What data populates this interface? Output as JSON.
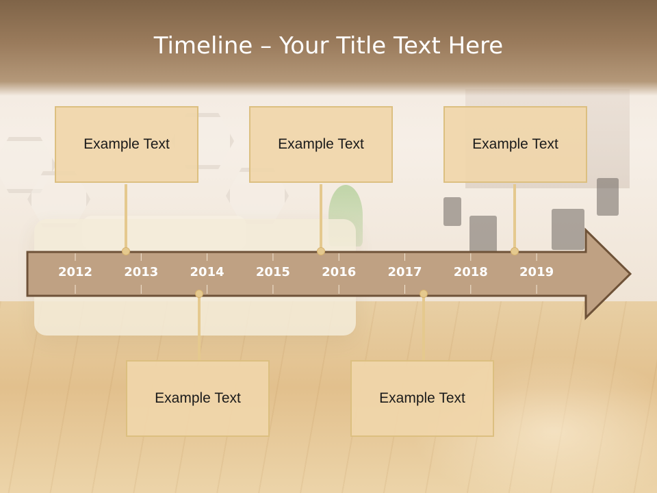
{
  "title": "Timeline – Your Title Text Here",
  "timeline": {
    "years": [
      "2012",
      "2013",
      "2014",
      "2015",
      "2016",
      "2017",
      "2018",
      "2019"
    ]
  },
  "callouts": [
    {
      "text": "Example Text",
      "position": "above",
      "year": "2013"
    },
    {
      "text": "Example Text",
      "position": "above",
      "year": "2016"
    },
    {
      "text": "Example Text",
      "position": "above",
      "year": "2019"
    },
    {
      "text": "Example Text",
      "position": "below",
      "year": "2014"
    },
    {
      "text": "Example Text",
      "position": "below",
      "year": "2017"
    }
  ],
  "colors": {
    "title_band": "#8f7252",
    "arrow_fill": "#bfa183",
    "arrow_stroke": "#6e5238",
    "callout_fill": "#f0d6aa",
    "callout_border": "#dcbf80",
    "connector": "#e5c98e"
  }
}
